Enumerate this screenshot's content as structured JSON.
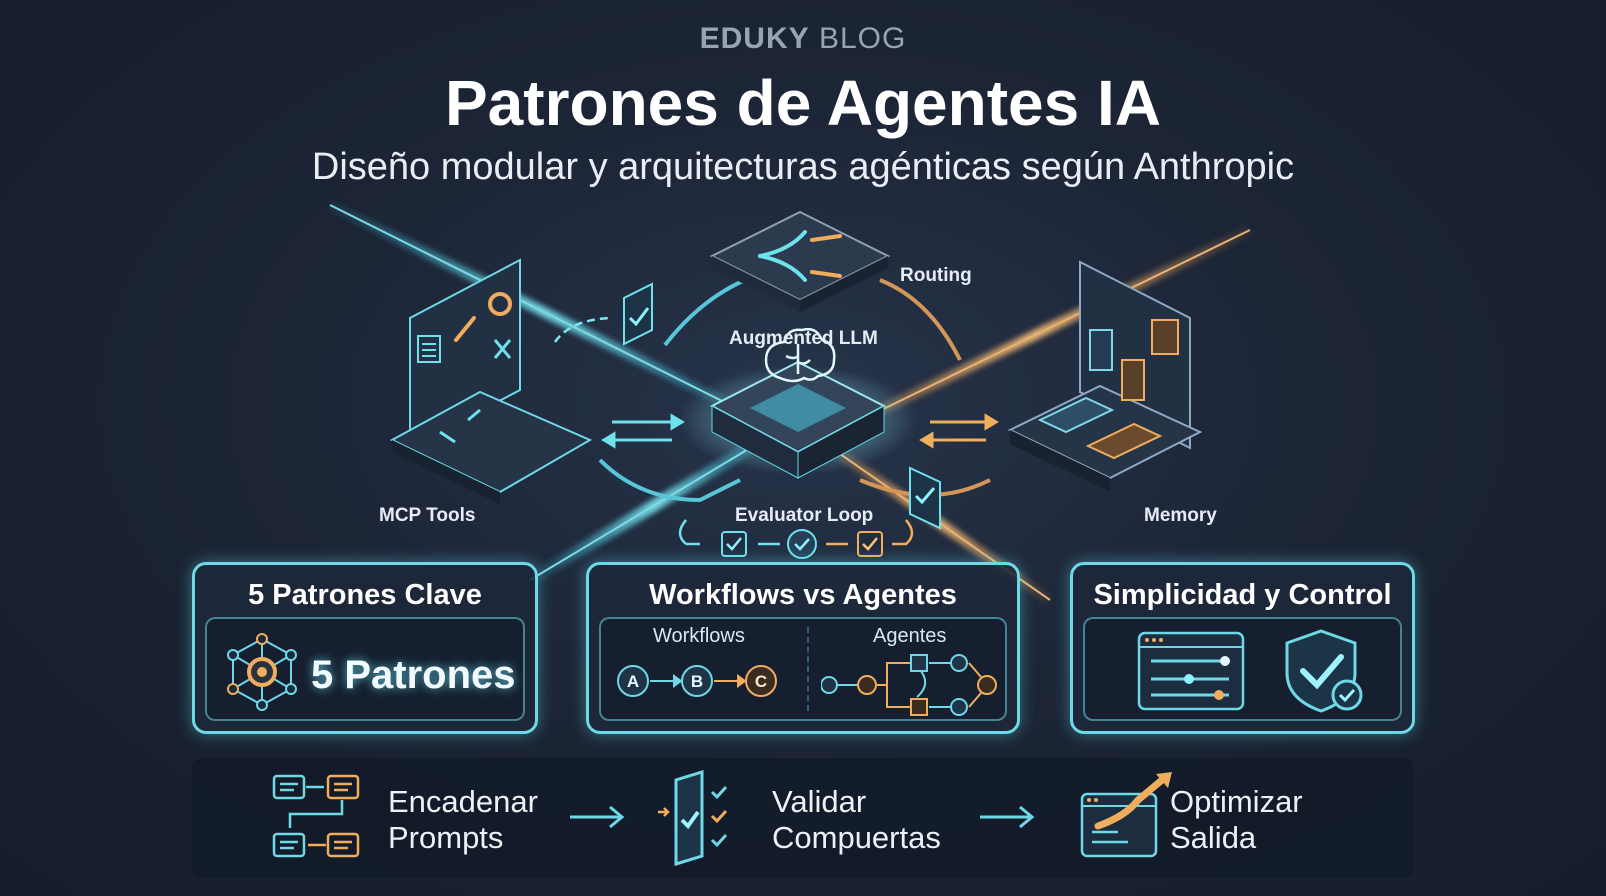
{
  "header": {
    "brand_bold": "EDUKY",
    "brand_rest": "BLOG",
    "title": "Patrones de Agentes IA",
    "subtitle": "Diseño modular y arquitecturas agénticas según Anthropic"
  },
  "diagram": {
    "routing": "Routing",
    "augmented_llm": "Augmented LLM",
    "mcp_tools": "MCP Tools",
    "evaluator_loop": "Evaluator Loop",
    "memory": "Memory"
  },
  "cards": {
    "patterns": {
      "title": "5 Patrones Clave",
      "value": "5 Patrones"
    },
    "workflows": {
      "title": "Workflows vs Agentes",
      "workflows_label": "Workflows",
      "agents_label": "Agentes",
      "nodes": [
        "A",
        "B",
        "C"
      ]
    },
    "simplicity": {
      "title": "Simplicidad y Control"
    }
  },
  "steps": [
    {
      "line1": "Encadenar",
      "line2": "Prompts"
    },
    {
      "line1": "Validar",
      "line2": "Compuertas"
    },
    {
      "line1": "Optimizar",
      "line2": "Salida"
    }
  ],
  "colors": {
    "background": "#1c2536",
    "cyan_accent": "#6fd8e6",
    "orange_accent": "#e8a35a"
  },
  "icons": [
    "brain-icon",
    "gear-icon",
    "wrench-icon",
    "tools-icon",
    "checklist-icon",
    "shield-check-icon",
    "sliders-window-icon",
    "chart-trend-icon",
    "database-icon",
    "prompt-chain-icon",
    "gates-icon"
  ]
}
